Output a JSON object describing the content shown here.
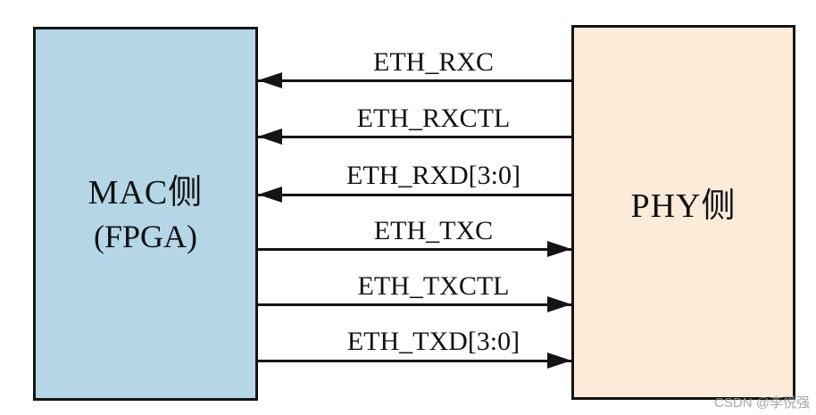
{
  "diagram": {
    "left_box": {
      "title": "MAC侧",
      "subtitle": "(FPGA)"
    },
    "right_box": {
      "title": "PHY侧"
    },
    "signals": [
      {
        "label": "ETH_RXC",
        "direction": "left",
        "from": "PHY",
        "to": "MAC"
      },
      {
        "label": "ETH_RXCTL",
        "direction": "left",
        "from": "PHY",
        "to": "MAC"
      },
      {
        "label": "ETH_RXD[3:0]",
        "direction": "left",
        "from": "PHY",
        "to": "MAC"
      },
      {
        "label": "ETH_TXC",
        "direction": "right",
        "from": "MAC",
        "to": "PHY"
      },
      {
        "label": "ETH_TXCTL",
        "direction": "right",
        "from": "MAC",
        "to": "PHY"
      },
      {
        "label": "ETH_TXD[3:0]",
        "direction": "right",
        "from": "MAC",
        "to": "PHY"
      }
    ],
    "watermark": "CSDN @李悦强",
    "colors": {
      "mac_box_fill": "#b5d6e6",
      "phy_box_fill": "#fcebd9",
      "line": "#141414",
      "text": "#111111",
      "watermark": "#969696"
    }
  }
}
